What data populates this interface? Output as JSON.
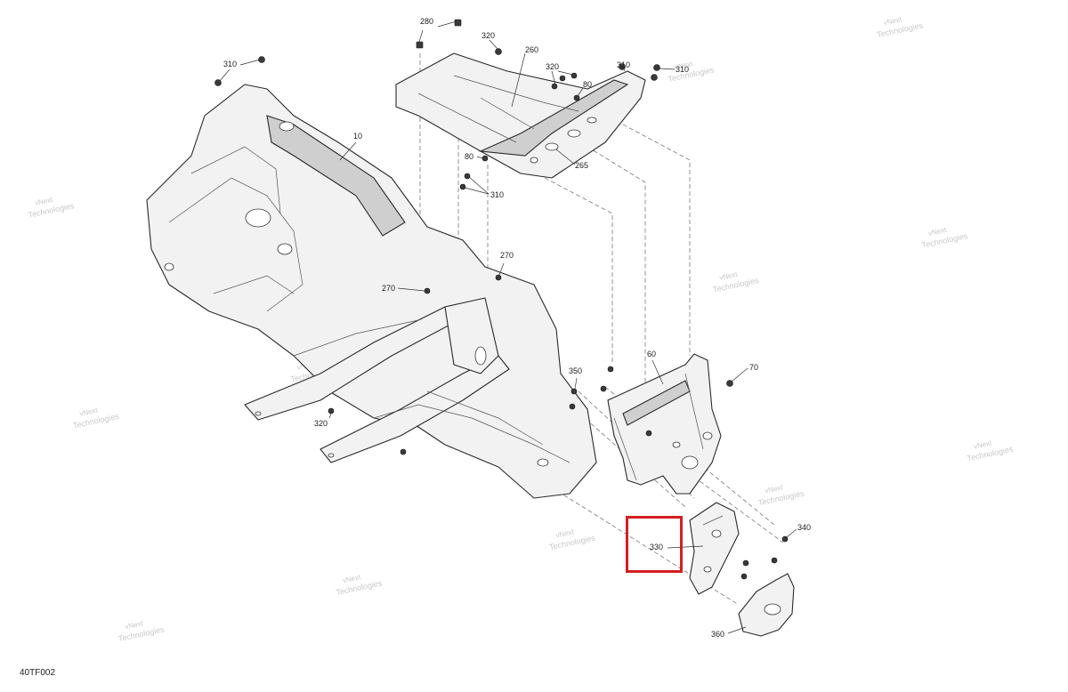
{
  "diagram": {
    "reference_code": "40TF002",
    "highlight_color": "#d21f1f",
    "highlighted_callout": "330",
    "watermark": {
      "line1": "vNext",
      "line2": "Technologies"
    },
    "callouts": {
      "c280": "280",
      "c320a": "320",
      "c260": "260",
      "c320b": "320",
      "c80a": "80",
      "c310a": "310",
      "c310b": "310",
      "c310c": "310",
      "c10": "10",
      "c80b": "80",
      "c265": "265",
      "c310d": "310",
      "c270a": "270",
      "c270b": "270",
      "c60": "60",
      "c70": "70",
      "c350": "350",
      "c320c": "320",
      "c340": "340",
      "c330": "330",
      "c360": "360"
    }
  }
}
